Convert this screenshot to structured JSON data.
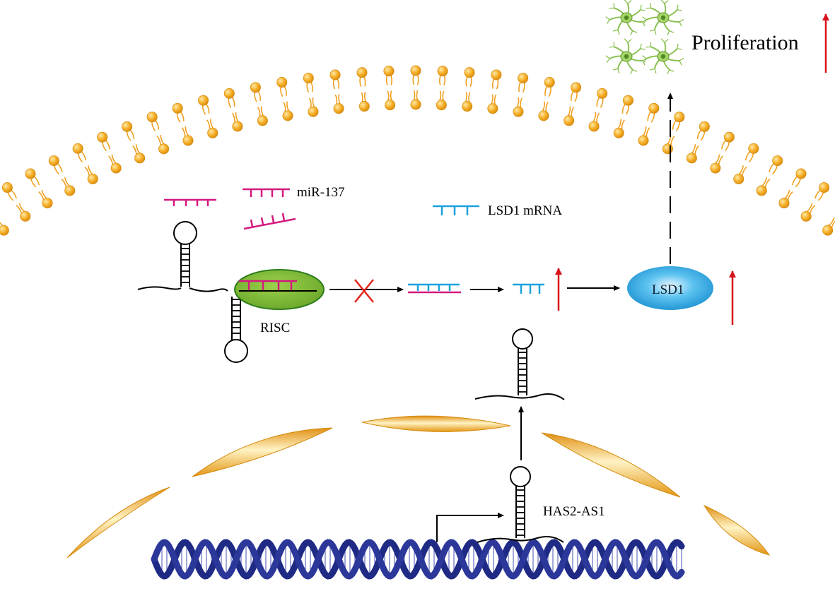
{
  "labels": {
    "proliferation": "Proliferation",
    "mir137": "miR-137",
    "lsd1_mrna": "LSD1 mRNA",
    "risc": "RISC",
    "lsd1": "LSD1",
    "has2_as1": "HAS2-AS1"
  },
  "colors": {
    "membrane_head": "#f2a51c",
    "membrane_tail": "#f0a020",
    "mirna": "#d4197e",
    "mrna": "#1aa2dc",
    "up_arrow": "#d8121b",
    "block_x": "#e3261c",
    "risc_fill": "#76b531",
    "risc_stroke": "#2e7d1c",
    "lsd1_fill": "#2aa6e4",
    "nucleus": "#f2a51c",
    "dna": "#1f2a85",
    "rna": "#000000",
    "cell": "#8cc152"
  },
  "icons": {
    "cells": "neural-cell-icon",
    "up": "up-arrow-icon",
    "blocked": "blocked-x-icon"
  }
}
